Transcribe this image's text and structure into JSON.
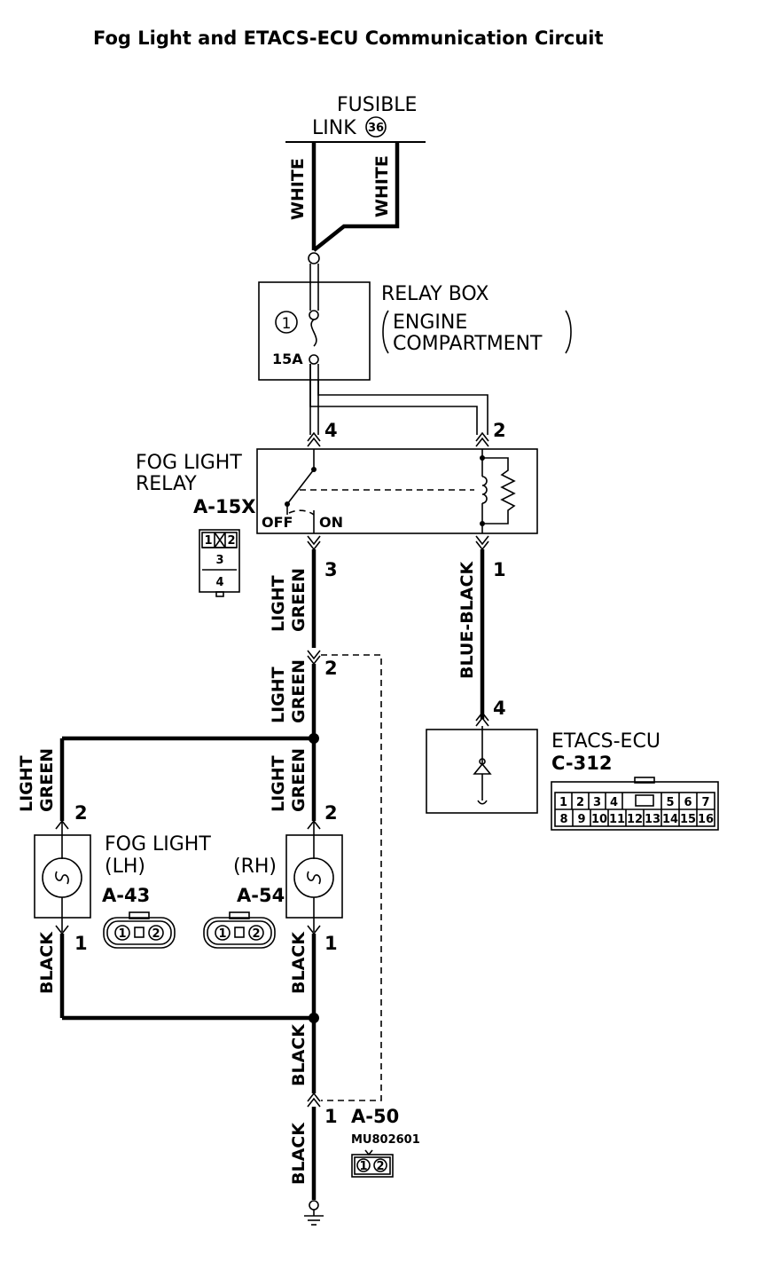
{
  "title": "Fog Light and ETACS-ECU Communication Circuit",
  "fusible_link": {
    "line1": "FUSIBLE",
    "line2": "LINK",
    "number": "36"
  },
  "wires": {
    "white": "WHITE",
    "light_green_line1": "LIGHT",
    "light_green_line2": "GREEN",
    "blue_black": "BLUE-BLACK",
    "black": "BLACK"
  },
  "relay_box": {
    "label": "RELAY BOX",
    "sub1": "ENGINE",
    "sub2": "COMPARTMENT",
    "fuse_number": "1",
    "fuse_rating": "15A"
  },
  "fog_relay": {
    "label1": "FOG LIGHT",
    "label2": "RELAY",
    "connector": "A-15X",
    "off": "OFF",
    "on": "ON",
    "pin_4": "4",
    "pin_2": "2",
    "pin_3": "3",
    "pin_1": "1",
    "conn_cells": [
      "1",
      "2",
      "3",
      "4"
    ]
  },
  "junction": {
    "pin": "2"
  },
  "etacs": {
    "label": "ETACS-ECU",
    "connector": "C-312",
    "pin": "4",
    "cells_top": [
      "1",
      "2",
      "3",
      "4",
      "",
      "5",
      "6",
      "7"
    ],
    "cells_bottom": [
      "8",
      "9",
      "10",
      "11",
      "12",
      "13",
      "14",
      "15",
      "16"
    ]
  },
  "fog_lh": {
    "label": "FOG LIGHT",
    "side": "(LH)",
    "connector": "A-43",
    "pin_top": "2",
    "pin_bottom": "1"
  },
  "fog_rh": {
    "side": "(RH)",
    "connector": "A-54",
    "pin_top": "2",
    "pin_bottom": "1"
  },
  "lamp_conn": {
    "pin1": "1",
    "pin2": "2"
  },
  "ground_conn": {
    "pin": "1",
    "connector": "A-50",
    "part": "MU802601",
    "pin1": "1",
    "pin2": "2"
  }
}
